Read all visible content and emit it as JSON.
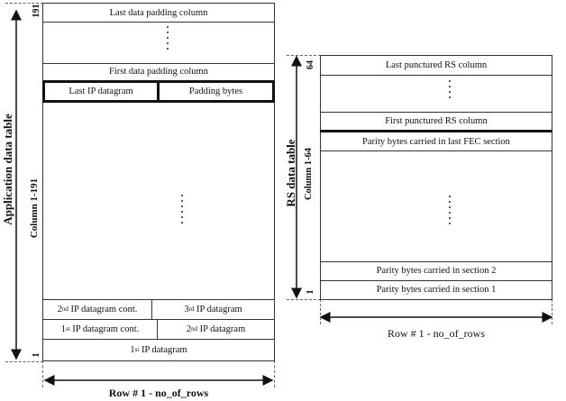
{
  "app_table": {
    "axis_label": "Application data table",
    "column_label": "Column 1-191",
    "top_tick": "191",
    "bottom_tick": "1",
    "rows": {
      "last_padding": "Last data padding column",
      "first_padding": "First data padding column",
      "last_ip": "Last IP datagram",
      "padding_bytes": "Padding bytes",
      "second_cont": "IP datagram cont.",
      "second_cont_ord": "2",
      "second_cont_sup": "nd",
      "third": "IP datagram",
      "third_ord": "3",
      "third_sup": "rd",
      "first_cont": "IP datagram cont.",
      "first_cont_ord": "1",
      "first_cont_sup": "st",
      "second": "IP datagram",
      "second_ord": "2",
      "second_sup": "nd",
      "first": "IP datagram",
      "first_ord": "1",
      "first_sup": "st"
    },
    "row_axis": "Row # 1 - no_of_rows"
  },
  "rs_table": {
    "axis_label": "RS data table",
    "column_label": "Column 1-64",
    "top_tick": "64",
    "bottom_tick": "1",
    "rows": {
      "last_punctured": "Last punctured RS column",
      "first_punctured": "First punctured RS column",
      "parity_last": "Parity bytes carried in last FEC section",
      "parity_2": "Parity bytes carried in section 2",
      "parity_1": "Parity bytes carried in section 1"
    },
    "row_axis": "Row # 1 - no_of_rows"
  }
}
